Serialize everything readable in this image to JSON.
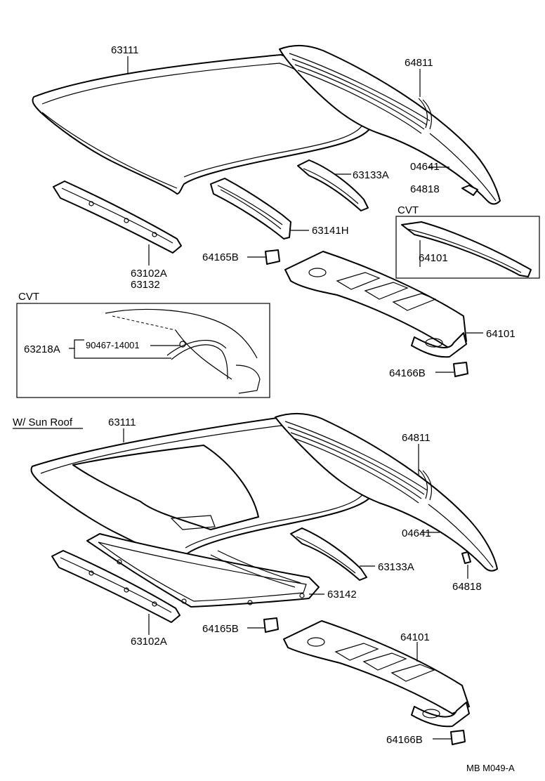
{
  "title_section_top": "",
  "section_sunroof": {
    "title": "W/ Sun Roof"
  },
  "cvt_boxes": [
    {
      "title": "CVT"
    },
    {
      "title": "CVT"
    }
  ],
  "labels": {
    "top_roof_panel": "63111",
    "top_back_window": "64811",
    "top_window_seal": "04641",
    "top_clip_64818": "64818",
    "top_rail_63133A": "63133A",
    "top_rail_63141H": "63141H",
    "top_header_63102A": "63102A",
    "top_header_63132": "63132",
    "top_bracket_64165B": "64165B",
    "top_shelf_64101": "64101",
    "top_cvt_cover_64101": "64101",
    "top_grommet_64166B": "64166B",
    "cvt_assy_63218A": "63218A",
    "cvt_clip_90467": "90467-14001",
    "sr_roof_panel": "63111",
    "sr_back_window": "64811",
    "sr_window_seal": "04641",
    "sr_clip_64818": "64818",
    "sr_rail_63133A": "63133A",
    "sr_frame_63142": "63142",
    "sr_header_63102A": "63102A",
    "sr_bracket_64165B": "64165B",
    "sr_shelf_64101": "64101",
    "sr_grommet_64166B": "64166B",
    "footer_code": "MB  M049-A"
  }
}
